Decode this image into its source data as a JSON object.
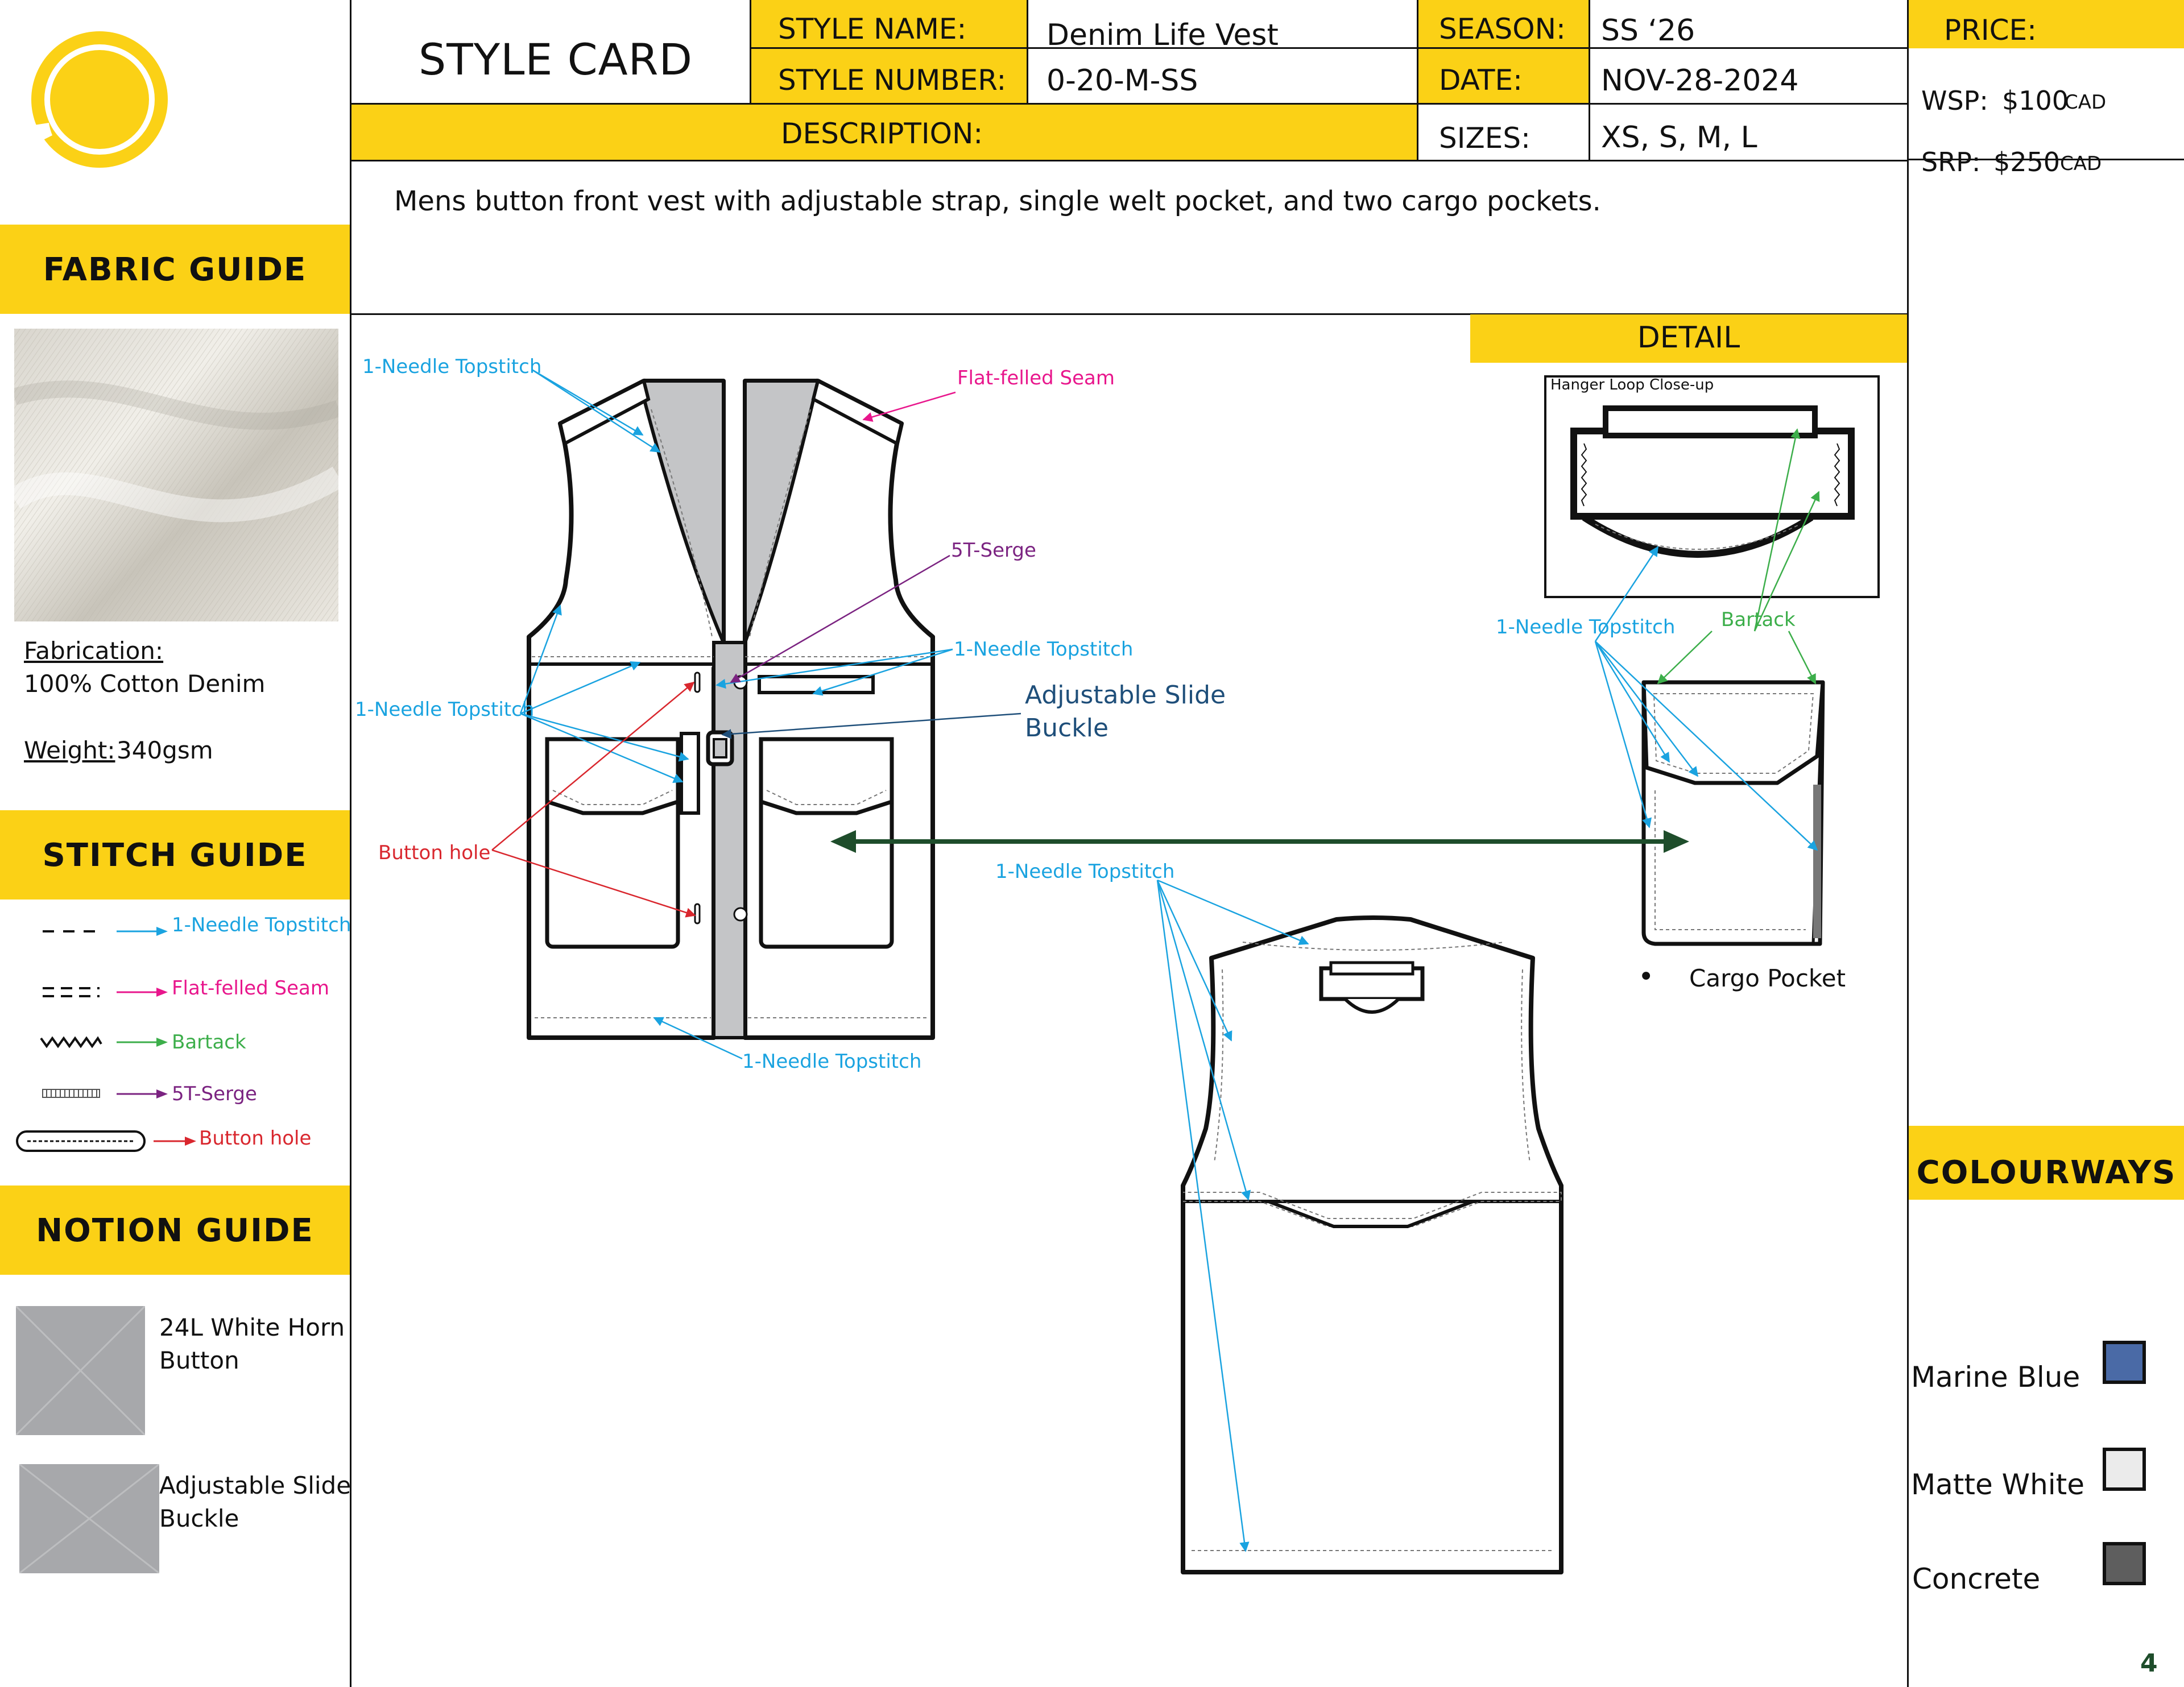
{
  "header": {
    "card_title": "STYLE CARD",
    "style_name_label": "STYLE NAME:",
    "style_name_value": "Denim Life Vest",
    "style_number_label": "STYLE NUMBER:",
    "style_number_value": "0-20-M-SS",
    "season_label": "SEASON:",
    "season_value": "SS ‘26",
    "date_label": "DATE:",
    "date_value": "NOV-28-2024",
    "description_label": "DESCRIPTION:",
    "sizes_label": "SIZES:",
    "sizes_value": "XS, S, M, L",
    "description_text": "Mens button front vest with adjustable strap, single welt pocket, and two cargo pockets."
  },
  "price": {
    "title": "PRICE:",
    "wsp_label": "WSP:",
    "wsp_amount": "$100",
    "wsp_unit": "CAD",
    "srp_label": "SRP:",
    "srp_amount": "$250",
    "srp_unit": "CAD"
  },
  "fabric_guide": {
    "title": "FABRIC GUIDE",
    "fabrication_label": "Fabrication:",
    "fabrication_value": "100% Cotton Denim",
    "weight_label": "Weight:",
    "weight_value": "340gsm"
  },
  "stitch_guide": {
    "title": "STITCH GUIDE",
    "items": [
      {
        "label": "1-Needle Topstitch",
        "color": "#1aa3e0"
      },
      {
        "label": "Flat-felled Seam",
        "color": "#e8168c"
      },
      {
        "label": "Bartack",
        "color": "#3cae4a"
      },
      {
        "label": "5T-Serge",
        "color": "#7b2381"
      },
      {
        "label": "Button hole",
        "color": "#d9272e"
      }
    ]
  },
  "notion_guide": {
    "title": "NOTION GUIDE",
    "items": [
      {
        "label_line1": "24L White Horn",
        "label_line2": "Button"
      },
      {
        "label_line1": "Adjustable Slide",
        "label_line2": "Buckle"
      }
    ]
  },
  "colourways": {
    "title": "COLOURWAYS",
    "items": [
      {
        "name": "Marine Blue",
        "color": "#4a6aa6"
      },
      {
        "name": "Matte White",
        "color": "#ebebeb"
      },
      {
        "name": "Concrete",
        "color": "#5e5e5e"
      }
    ]
  },
  "detail": {
    "title": "DETAIL",
    "hanger_loop_label": "Hanger Loop Close-up",
    "cargo_pocket_label": "Cargo Pocket",
    "bullet": "•"
  },
  "annotations": {
    "topstitch_top": "1-Needle Topstitch",
    "flat_felled": "Flat-felled Seam",
    "serge": "5T-Serge",
    "topstitch_welt": "1-Needle Topstitch",
    "buckle_line1": "Adjustable Slide",
    "buckle_line2": "Buckle",
    "topstitch_left": "1-Needle Topstitch",
    "button_hole": "Button hole",
    "topstitch_hem": "1-Needle Topstitch",
    "topstitch_back": "1-Needle Topstitch",
    "topstitch_hanger": "1-Needle Topstitch",
    "bartack": "Bartack"
  },
  "colors": {
    "accent_yellow": "#fbd116",
    "topstitch_blue": "#1aa3e0",
    "flatfelled_pink": "#e8168c",
    "bartack_green": "#3cae4a",
    "serge_purple": "#7b2381",
    "buttonhole_red": "#d9272e",
    "buckle_navy": "#1f4f7a",
    "detail_arrow_green": "#1e4d2b",
    "notion_grey": "#a7a8ab"
  },
  "page_number": "4"
}
